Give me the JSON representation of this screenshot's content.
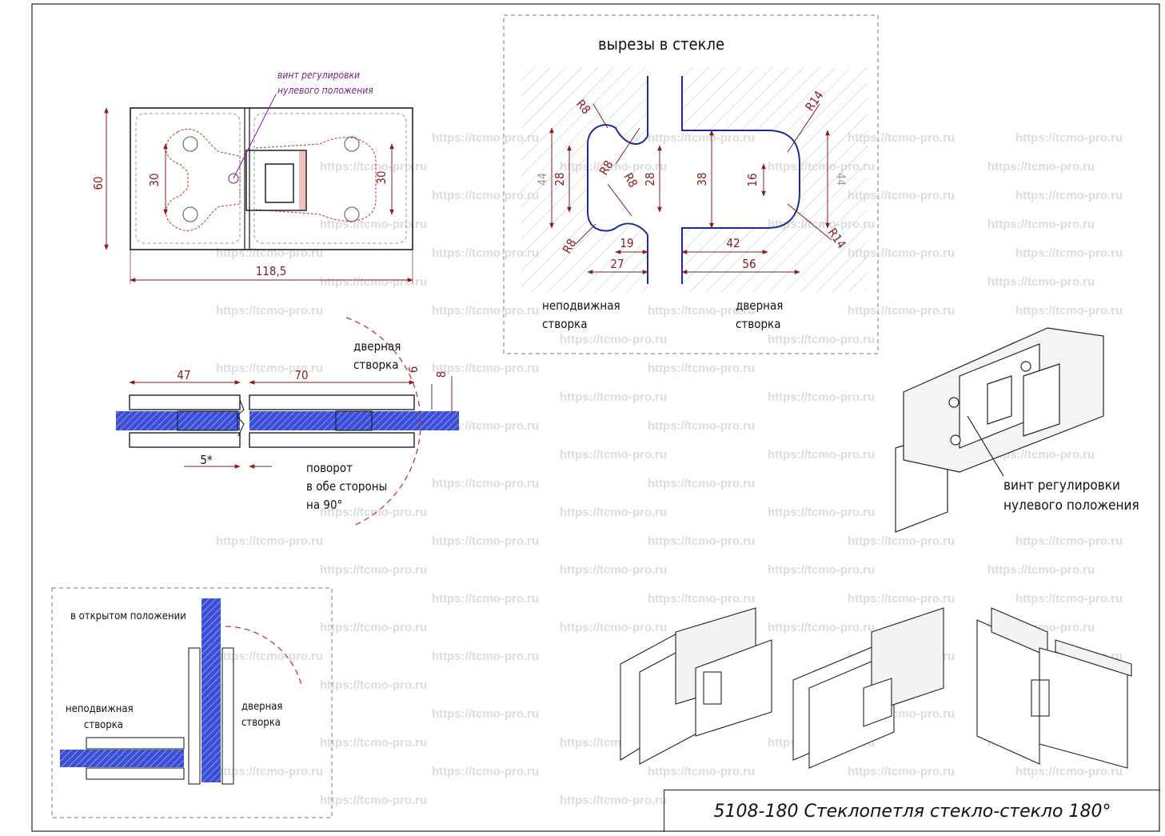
{
  "title": "5108-180 Стеклопетля стекло-стекло 180°",
  "top_view": {
    "annotation_line1": "винт регулировки",
    "annotation_line2": "нулевого положения",
    "dim_height": "60",
    "dim_hole_left": "30",
    "dim_hole_right": "30",
    "dim_width": "118,5"
  },
  "cutouts": {
    "heading": "вырезы в стекле",
    "fixed": {
      "r_top": "R8",
      "r_mid1": "R8",
      "r_mid2": "R8",
      "r_bottom": "R8",
      "h_outer": "44",
      "h_inner": "28",
      "h_right": "28",
      "w_inner": "19",
      "w_outer": "27",
      "label_line1": "неподвижная",
      "label_line2": "створка"
    },
    "door": {
      "r_top": "R14",
      "r_bottom": "R14",
      "h_left": "38",
      "h_inner": "16",
      "h_right": "44",
      "w_inner": "42",
      "w_outer": "56",
      "label_line1": "дверная",
      "label_line2": "створка"
    }
  },
  "side_view": {
    "dim_left": "47",
    "dim_right": "70",
    "dim_t1": "6",
    "dim_t2": "8",
    "dim_gap": "5*",
    "door_line1": "дверная",
    "door_line2": "створка",
    "rot_line1": "поворот",
    "rot_line2": "в обе стороны",
    "rot_line3": "на 90°"
  },
  "open_view": {
    "heading": "в открытом положении",
    "fixed_line1": "неподвижная",
    "fixed_line2": "створка",
    "door_line1": "дверная",
    "door_line2": "створка"
  },
  "iso_view": {
    "annotation_line1": "винт регулировки",
    "annotation_line2": "нулевого положения"
  },
  "watermark": "https://tcmo-pro.ru",
  "colors": {
    "dimension": "#8a1c1c",
    "glass": "#3b4fd6",
    "annotation": "#7a1f8a",
    "hatch": "#9ccbe6"
  }
}
